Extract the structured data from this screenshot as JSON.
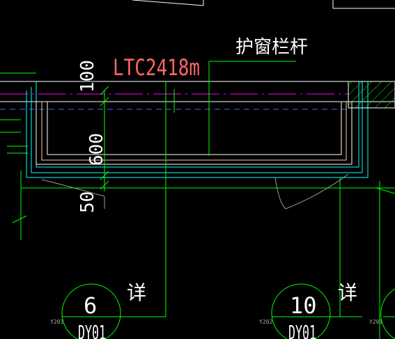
{
  "colors": {
    "background": "#000000",
    "white": "#ffffff",
    "green": "#00ff00",
    "cyan": "#00ffff",
    "red_label": "#ff6666",
    "magenta": "#ff00ff",
    "blue_dashed": "#4466ff",
    "peach": "#ffcc99",
    "gray": "#9a9a9a"
  },
  "labels": {
    "window_code": "LTC2418m",
    "railing_note": "护窗栏杆",
    "dim_top": "100",
    "dim_middle": "600",
    "dim_bottom": "50",
    "detail_left_number": "6",
    "detail_left_sheet": "DY01",
    "detail_left_word": "详",
    "detail_left_tag": "Y201",
    "detail_right_number": "10",
    "detail_right_sheet": "DY01",
    "detail_right_word": "详",
    "detail_right_tag": "Y202",
    "far_right_tag": "Y201"
  }
}
